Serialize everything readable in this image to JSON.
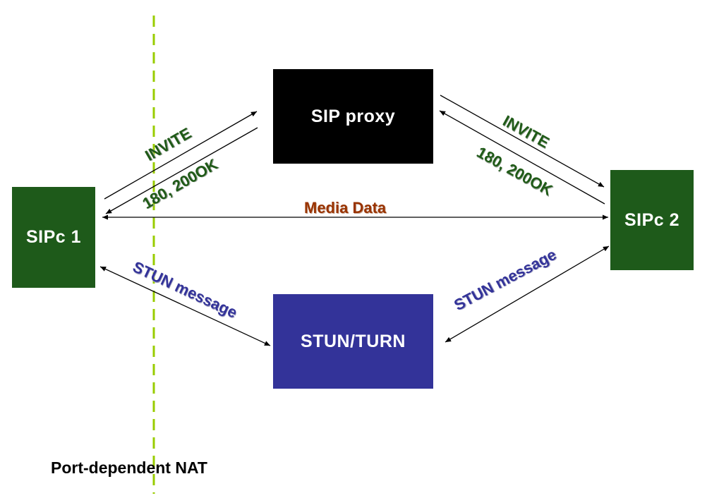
{
  "colors": {
    "sip_proxy_fill": "#000000",
    "sipc_fill": "#1e5a1a",
    "stun_fill": "#333399",
    "nat_line": "#99cc00",
    "green_label": "#1f5a17",
    "blue_label": "#333399",
    "media_label": "#993300"
  },
  "nodes": {
    "sip_proxy": "SIP proxy",
    "sipc1": "SIPc 1",
    "sipc2": "SIPc 2",
    "stun_turn": "STUN/TURN"
  },
  "labels": {
    "invite_left": "INVITE",
    "invite_right": "INVITE",
    "response_left": "180, 200OK",
    "response_right": "180, 200OK",
    "media_data": "Media Data",
    "stun_left": "STUN message",
    "stun_right": "STUN message",
    "nat": "Port-dependent NAT"
  }
}
